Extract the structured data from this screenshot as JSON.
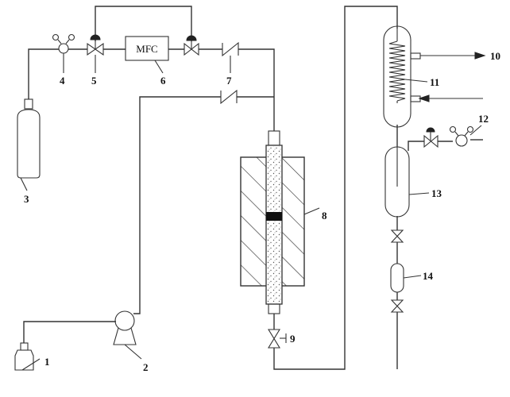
{
  "diagram": {
    "mfc_label": "MFC",
    "labels": [
      "1",
      "2",
      "3",
      "4",
      "5",
      "6",
      "7",
      "8",
      "9",
      "10",
      "11",
      "12",
      "13",
      "14"
    ]
  }
}
